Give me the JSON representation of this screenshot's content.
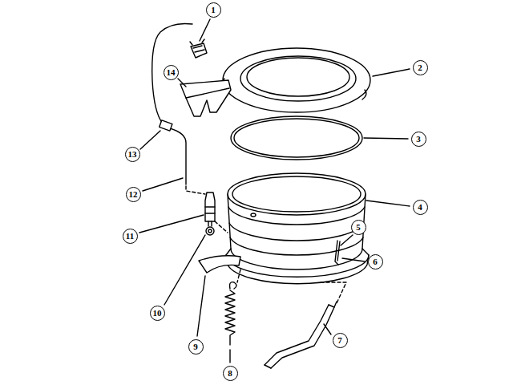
{
  "diagram": {
    "labels": [
      "1",
      "2",
      "14",
      "3",
      "13",
      "12",
      "4",
      "5",
      "11",
      "6",
      "10",
      "7",
      "9",
      "8"
    ]
  }
}
